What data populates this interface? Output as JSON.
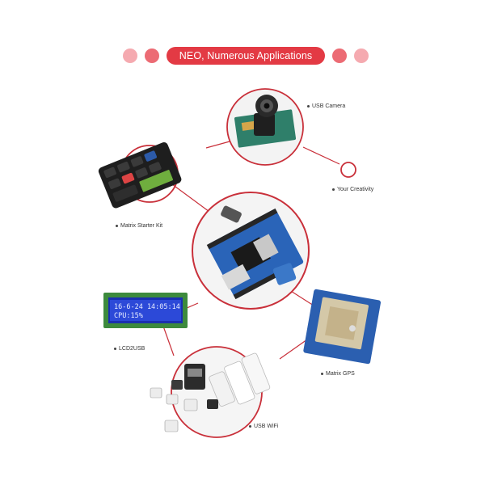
{
  "banner": {
    "title": "NEO, Numerous Applications"
  },
  "colors": {
    "accent": "#e33a44",
    "dot_light": "#f5aab0",
    "dot_mid": "#ec6b74",
    "line": "#c9303a"
  },
  "labels": {
    "usb_camera": "USB Camera",
    "your_creativity": "Your Creativity",
    "matrix_starter_kit": "Matrix Starter Kit",
    "lcd2usb": "LCD2USB",
    "matrix_gps": "Matrix GPS",
    "usb_wifi": "USB WiFi"
  },
  "lcd": {
    "line1": "16-6-24 14:05:14",
    "line2": "CPU:15%"
  }
}
